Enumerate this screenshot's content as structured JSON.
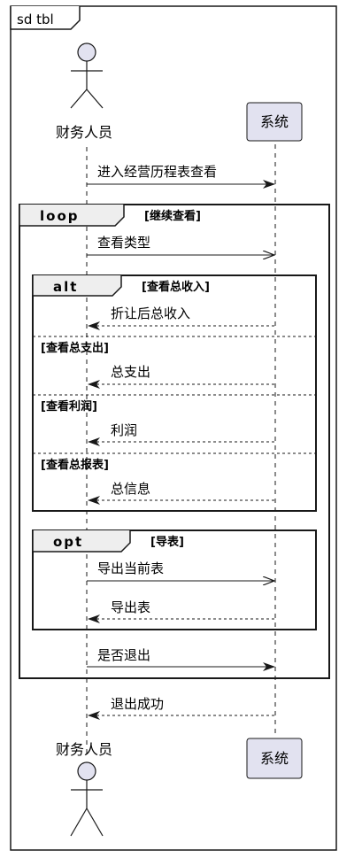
{
  "frame": {
    "title": "sd tbl"
  },
  "participants": {
    "actor": "财务人员",
    "system": "系统"
  },
  "messages": {
    "enter": "进入经营历程表查看",
    "view_type": "查看类型",
    "discount_income": "折让后总收入",
    "total_expense": "总支出",
    "profit": "利润",
    "total_info": "总信息",
    "export_current": "导出当前表",
    "export_table": "导出表",
    "exit_q": "是否退出",
    "exit_ok": "退出成功"
  },
  "fragments": {
    "loop": {
      "keyword": "loop",
      "guard": "[继续查看]"
    },
    "alt": {
      "keyword": "alt",
      "guard": "[查看总收入]",
      "else1": "[查看总支出]",
      "else2": "[查看利润]",
      "else3": "[查看总报表]"
    },
    "opt": {
      "keyword": "opt",
      "guard": "[导表]"
    }
  },
  "colors": {
    "participant_fill": "#e2e2f0",
    "line": "#181818"
  }
}
